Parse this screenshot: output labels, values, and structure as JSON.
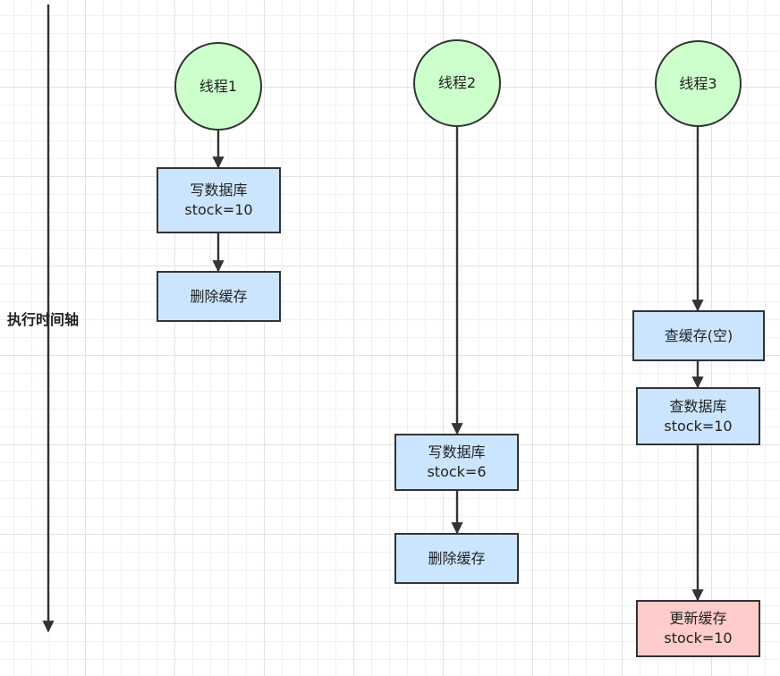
{
  "axis": {
    "label": "执行时间轴"
  },
  "colors": {
    "thread_fill": "#ccffcc",
    "step_fill": "#cce5ff",
    "highlight_fill": "#ffcccc",
    "stroke": "#333333"
  },
  "threads": [
    {
      "name": "线程1",
      "steps": [
        {
          "line1": "写数据库",
          "line2": "stock=10"
        },
        {
          "line1": "删除缓存",
          "line2": ""
        }
      ]
    },
    {
      "name": "线程2",
      "steps": [
        {
          "line1": "写数据库",
          "line2": "stock=6"
        },
        {
          "line1": "删除缓存",
          "line2": ""
        }
      ]
    },
    {
      "name": "线程3",
      "steps": [
        {
          "line1": "查缓存(空)",
          "line2": ""
        },
        {
          "line1": "查数据库",
          "line2": "stock=10"
        },
        {
          "line1": "更新缓存",
          "line2": "stock=10"
        }
      ]
    }
  ]
}
